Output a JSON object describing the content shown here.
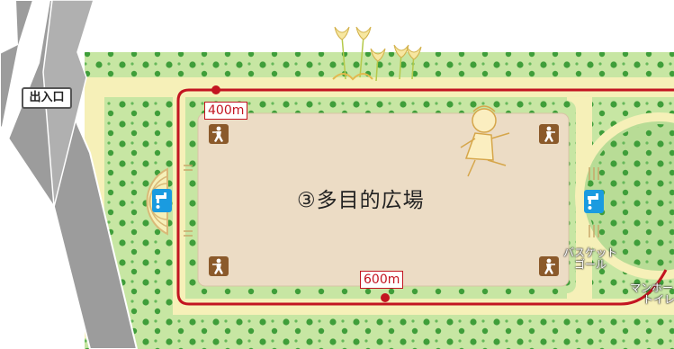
{
  "labels": {
    "entrance": "出入口",
    "field": "③多目的広場",
    "distance_400": "400m",
    "distance_600": "600m",
    "basket_line1": "バスケット",
    "basket_line2": "ゴール",
    "toilet_line1": "マンホー",
    "toilet_line2": "トイレ"
  },
  "icons": {
    "exercise": "exercise-station-icon",
    "water": "water-fountain-icon",
    "tulip": "tulip-illustration-icon",
    "girl": "running-girl-illustration-icon"
  },
  "colors": {
    "road": "#9c9c9c",
    "park_green": "#c7e6a3",
    "path": "#f6f0b8",
    "field": "#ecdcc5",
    "track": "#c31521",
    "tree_dot": "#3f9e3a",
    "exercise_icon": "#8b5a2b",
    "water_icon": "#1a9be0"
  }
}
